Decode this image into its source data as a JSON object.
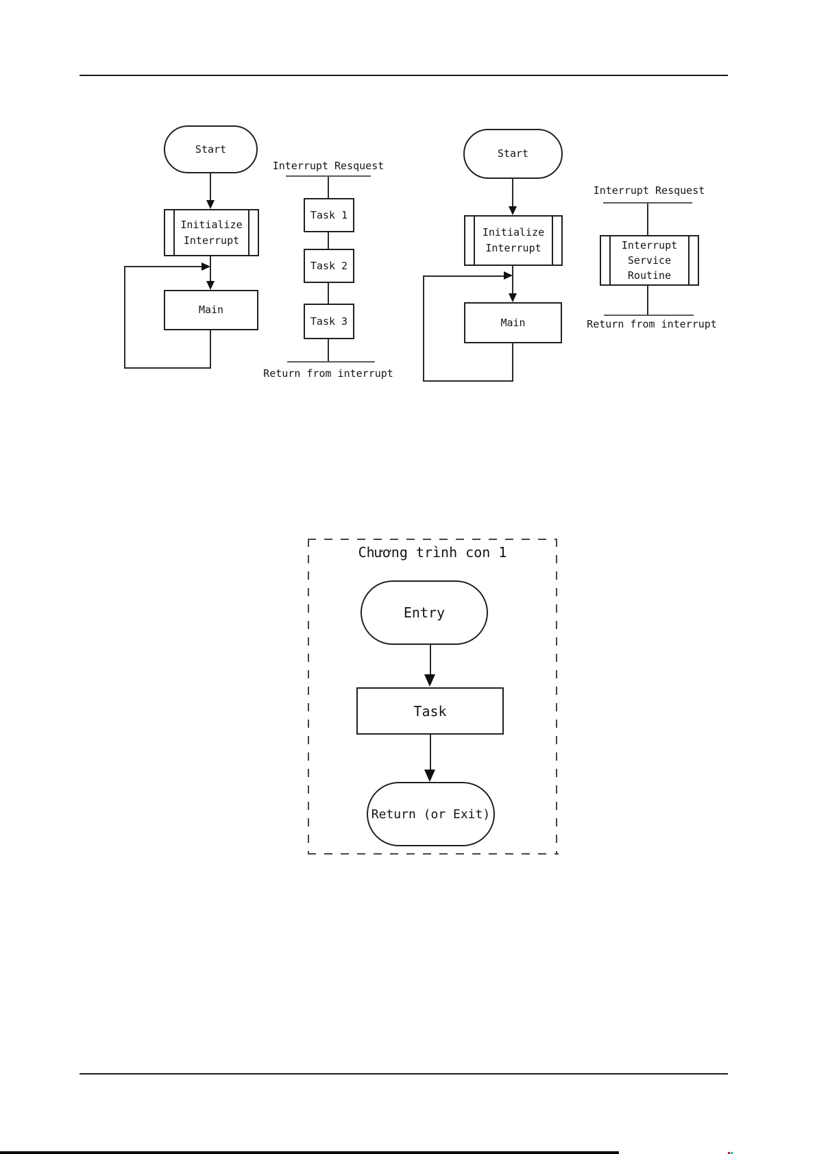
{
  "page": {
    "colors": {
      "line": "#1f1f1f",
      "thin_rule": "#5a5a5a",
      "dash_border": "#454545",
      "footer_bar": "#0b0b12"
    }
  },
  "chart_left": {
    "start": "Start",
    "init_line1": "Initialize",
    "init_line2": "Interrupt",
    "main": "Main"
  },
  "interrupt_strip_left": {
    "top_label": "Interrupt Resquest",
    "tasks": [
      "Task 1",
      "Task 2",
      "Task 3"
    ],
    "bottom_label": "Return from interrupt"
  },
  "chart_right": {
    "start": "Start",
    "init_line1": "Initialize",
    "init_line2": "Interrupt",
    "main": "Main"
  },
  "isr_strip_right": {
    "top_label": "Interrupt Resquest",
    "box_line1": "Interrupt",
    "box_line2": "Service",
    "box_line3": "Routine",
    "bottom_label": "Return from interrupt"
  },
  "subroutine_chart": {
    "title": "Chương trình con 1",
    "entry": "Entry",
    "task": "Task",
    "return": "Return (or Exit)"
  }
}
